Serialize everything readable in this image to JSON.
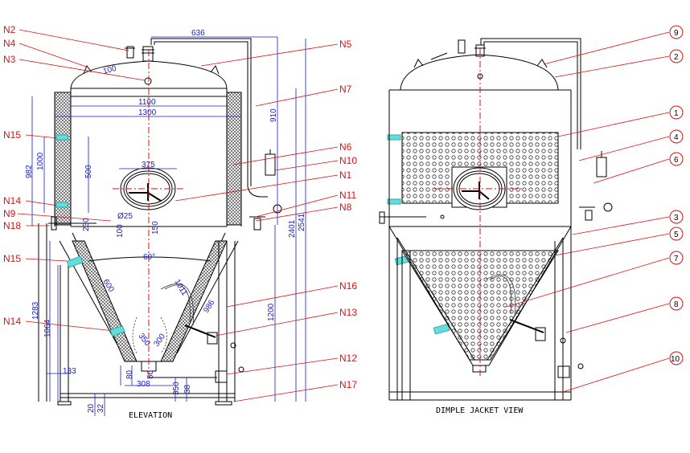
{
  "elevation": {
    "caption": "ELEVATION",
    "nozzles": {
      "n2": "N2",
      "n4": "N4",
      "n3": "N3",
      "n5": "N5",
      "n7": "N7",
      "n15a": "N15",
      "n6": "N6",
      "n10": "N10",
      "n1": "N1",
      "n14a": "N14",
      "n11": "N11",
      "n9": "N9",
      "n8": "N8",
      "n18": "N18",
      "n15b": "N15",
      "n16": "N16",
      "n14b": "N14",
      "n13": "N13",
      "n12": "N12",
      "n17": "N17"
    },
    "dims": {
      "d636": "636",
      "d1100": "1100",
      "d1300": "1300",
      "d910": "910",
      "d982": "982",
      "d1000": "1000",
      "d500": "500",
      "d375": "375",
      "d25": "Ø25",
      "d230": "230",
      "d100": "100",
      "d150": "150",
      "d2401": "2401",
      "d2541": "2541",
      "d60": "60°",
      "d600": "600",
      "d1011": "1011",
      "d986": "986",
      "d1200": "1200",
      "d1283": "1283",
      "d1064": "1064",
      "d133": "133",
      "d350a": "350",
      "d300": "300",
      "d80": "80",
      "d50": "50",
      "d308": "308",
      "d350b": "350",
      "d38": "38",
      "d20": "20",
      "d32": "32",
      "d100b": "100"
    }
  },
  "dimple": {
    "caption": "DIMPLE JACKET VIEW",
    "callouts": [
      "9",
      "2",
      "1",
      "4",
      "6",
      "3",
      "5",
      "7",
      "8",
      "10"
    ]
  },
  "colors": {
    "callout": "#dd1111",
    "dimension": "#1a1acc",
    "outline": "#000000",
    "cyan": "#33cccc"
  }
}
